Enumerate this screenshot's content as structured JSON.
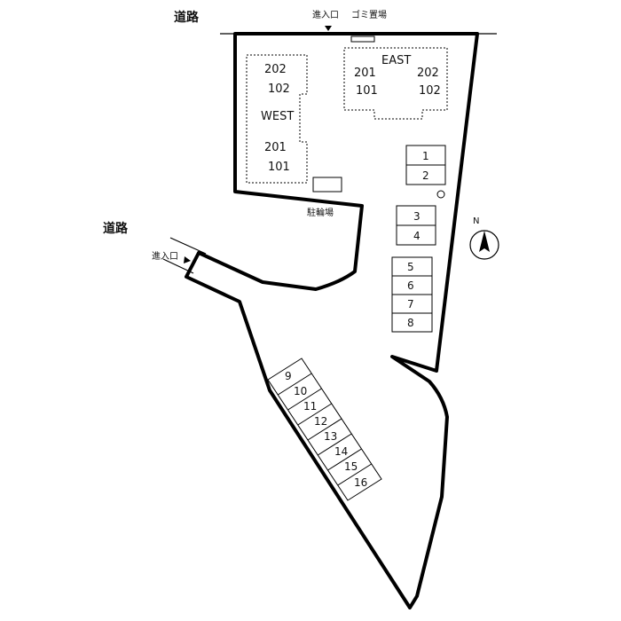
{
  "roads": {
    "north": "道路",
    "west": "道路"
  },
  "entrances": {
    "north": "進入口",
    "west": "進入口"
  },
  "facilities": {
    "garbage": "ゴミ置場",
    "bicycle": "駐輪場"
  },
  "compass": {
    "north_label": "N"
  },
  "buildings": {
    "west": {
      "name": "WEST",
      "units_top": [
        "202",
        "102"
      ],
      "units_bottom": [
        "201",
        "101"
      ]
    },
    "east": {
      "name": "EAST",
      "units_left": [
        "201",
        "101"
      ],
      "units_right": [
        "202",
        "102"
      ]
    }
  },
  "parking": {
    "slots": [
      "1",
      "2",
      "3",
      "4",
      "5",
      "6",
      "7",
      "8",
      "9",
      "10",
      "11",
      "12",
      "13",
      "14",
      "15",
      "16"
    ]
  }
}
